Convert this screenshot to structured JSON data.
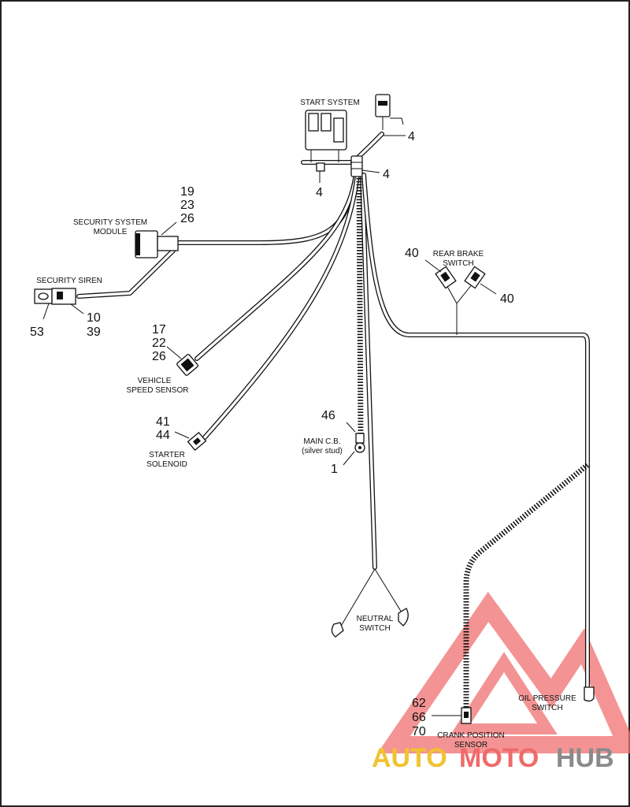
{
  "logo": {
    "text_auto": "AUTO",
    "text_moto": "MOTO",
    "text_hub": "HUB",
    "colors": {
      "auto": "#f2c230",
      "moto": "#f06a6a",
      "hub": "#8a8a8a",
      "mark": "#f07070"
    }
  },
  "labels": {
    "start_system": "START SYSTEM",
    "security_module_1": "SECURITY SYSTEM",
    "security_module_2": "MODULE",
    "security_siren": "SECURITY SIREN",
    "vehicle_speed_1": "VEHICLE",
    "vehicle_speed_2": "SPEED SENSOR",
    "starter_1": "STARTER",
    "starter_2": "SOLENOID",
    "main_cb_1": "MAIN C.B.",
    "main_cb_2": "(silver stud)",
    "rear_brake_1": "REAR BRAKE",
    "rear_brake_2": "SWITCH",
    "neutral_1": "NEUTRAL",
    "neutral_2": "SWITCH",
    "oil_pressure_1": "OIL PRESSURE",
    "oil_pressure_2": "SWITCH",
    "crank_1": "CRANK POSITION",
    "crank_2": "SENSOR"
  },
  "callouts": {
    "start_a": "4",
    "start_b": "4",
    "start_c": "4",
    "module_1": "19",
    "module_2": "23",
    "module_3": "26",
    "siren_a": "53",
    "siren_b1": "10",
    "siren_b2": "39",
    "speed_1": "17",
    "speed_2": "22",
    "speed_3": "26",
    "starter_1": "41",
    "starter_2": "44",
    "maincb_a": "46",
    "maincb_b": "1",
    "brake_a": "40",
    "brake_b": "40",
    "crank_1": "62",
    "crank_2": "66",
    "crank_3": "70"
  }
}
